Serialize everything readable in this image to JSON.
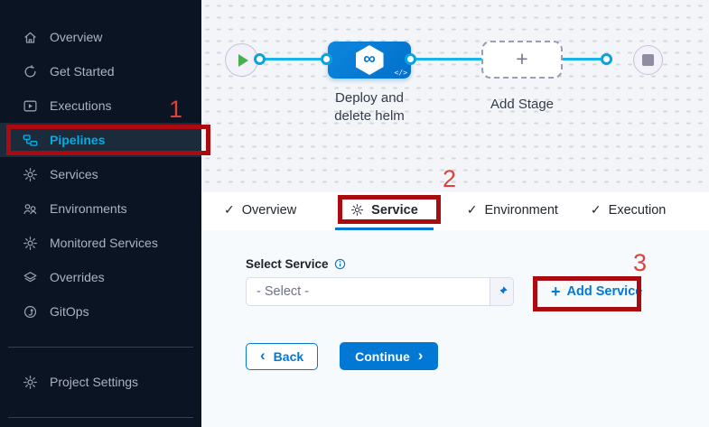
{
  "icons": {
    "check": "✓",
    "plus": "+",
    "infinity": "∞",
    "code": "</>",
    "chevron_left": "‹",
    "chevron_right": "›"
  },
  "sidebar": {
    "items": [
      {
        "label": "Overview",
        "icon": "home-icon",
        "active": false
      },
      {
        "label": "Get Started",
        "icon": "get-started-icon",
        "active": false
      },
      {
        "label": "Executions",
        "icon": "executions-icon",
        "active": false
      },
      {
        "label": "Pipelines",
        "icon": "pipelines-icon",
        "active": true
      },
      {
        "label": "Services",
        "icon": "services-icon",
        "active": false
      },
      {
        "label": "Environments",
        "icon": "environments-icon",
        "active": false
      },
      {
        "label": "Monitored Services",
        "icon": "monitored-services-icon",
        "active": false
      },
      {
        "label": "Overrides",
        "icon": "overrides-icon",
        "active": false
      },
      {
        "label": "GitOps",
        "icon": "gitops-icon",
        "active": false
      }
    ],
    "footer_item": {
      "label": "Project Settings",
      "icon": "gear-icon"
    }
  },
  "canvas": {
    "stage_label": "Deploy and delete helm",
    "add_stage_label": "Add Stage"
  },
  "tabs": [
    {
      "label": "Overview",
      "state": "completed"
    },
    {
      "label": "Service",
      "state": "active"
    },
    {
      "label": "Environment",
      "state": "completed"
    },
    {
      "label": "Execution",
      "state": "completed"
    }
  ],
  "service_form": {
    "label": "Select Service",
    "select_value": "- Select -",
    "add_service_label": "Add Service",
    "back_label": "Back",
    "continue_label": "Continue"
  },
  "annotations": {
    "steps": [
      "1",
      "2",
      "3"
    ]
  },
  "colors": {
    "accent_blue": "#0278d5",
    "cyan_line": "#18b4e8",
    "active_nav_cyan": "#00ade4",
    "sidebar_bg": "#0b1422",
    "canvas_bg": "#f3f5f8",
    "content_bg": "#f7fafd",
    "annotation_box_red": "#aa0b10",
    "annotation_number_red": "#e0403c",
    "start_node_green": "#47af4d"
  }
}
